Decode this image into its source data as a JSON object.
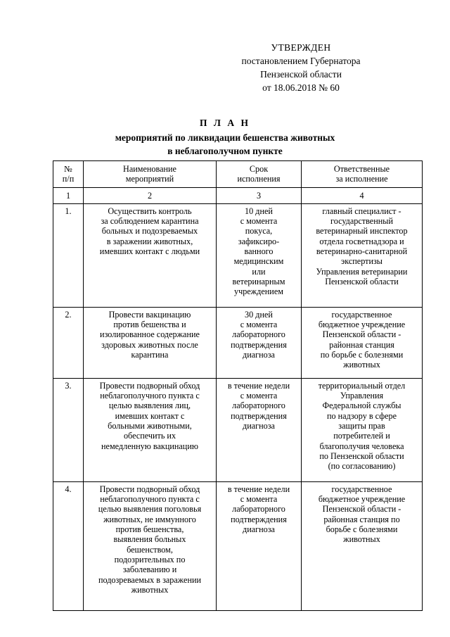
{
  "document": {
    "approval": {
      "lines": [
        "УТВЕРЖДЕН",
        "постановлением Губернатора",
        "Пензенской области",
        "от 18.06.2018 № 60"
      ]
    },
    "title": {
      "plan_word": "П Л А Н",
      "subtitle_lines": [
        "мероприятий по ликвидации бешенства животных",
        "в неблагополучном пункте"
      ]
    },
    "table": {
      "headers": [
        {
          "lines": [
            "№",
            "п/п"
          ]
        },
        {
          "lines": [
            "Наименование",
            "мероприятий"
          ]
        },
        {
          "lines": [
            "Срок",
            "исполнения"
          ]
        },
        {
          "lines": [
            "Ответственные",
            "за исполнение"
          ]
        }
      ],
      "column_numbers": [
        "1",
        "2",
        "3",
        "4"
      ],
      "rows": [
        {
          "num": "1.",
          "name_lines": [
            "Осуществить контроль",
            "за соблюдением карантина",
            "больных и подозреваемых",
            "в заражении животных,",
            "имевших контакт с людьми"
          ],
          "term_lines": [
            "10 дней",
            "с момента",
            "покуса,",
            "зафиксиро-",
            "ванного",
            "медицинским",
            "или",
            "ветеринарным",
            "учреждением"
          ],
          "responsible_lines": [
            "главный специалист -",
            "государственный",
            "ветеринарный инспектор",
            "отдела госветнадзора и",
            "ветеринарно-санитарной",
            "экспертизы",
            "Управления ветеринарии",
            "Пензенской области"
          ]
        },
        {
          "num": "2.",
          "name_lines": [
            "Провести вакцинацию",
            "против бешенства и",
            "изолированное содержание",
            "здоровых животных после",
            "карантина"
          ],
          "term_lines": [
            "30 дней",
            "с момента",
            "лабораторного",
            "подтверждения",
            "диагноза"
          ],
          "responsible_lines": [
            "государственное",
            "бюджетное учреждение",
            "Пензенской области -",
            "районная станция",
            "по борьбе с болезнями",
            "животных"
          ]
        },
        {
          "num": "3.",
          "name_lines": [
            "Провести подворный обход",
            "неблагополучного пункта с",
            "целью выявления лиц,",
            "имевших контакт с",
            "больными животными,",
            "обеспечить их",
            "немедленную вакцинацию"
          ],
          "term_lines": [
            "в течение недели",
            "с момента",
            "лабораторного",
            "подтверждения",
            "диагноза"
          ],
          "responsible_lines": [
            "территориальный отдел",
            "Управления",
            "Федеральной службы",
            "по надзору в сфере",
            "защиты прав",
            "потребителей и",
            "благополучия человека",
            "по Пензенской области",
            "(по согласованию)"
          ]
        },
        {
          "num": "4.",
          "name_lines": [
            "Провести подворный обход",
            "неблагополучного пункта с",
            "целью выявления поголовья",
            "животных, не иммунного",
            "против бешенства,",
            "выявления больных",
            "бешенством,",
            "подозрительных по",
            "заболеванию и",
            "подозреваемых в заражении",
            "животных"
          ],
          "term_lines": [
            "в течение недели",
            "с момента",
            "лабораторного",
            "подтверждения",
            "диагноза"
          ],
          "responsible_lines": [
            "государственное",
            "бюджетное учреждение",
            "Пензенской области -",
            "районная станция по",
            "борьбе с болезнями",
            "животных"
          ]
        }
      ]
    }
  }
}
